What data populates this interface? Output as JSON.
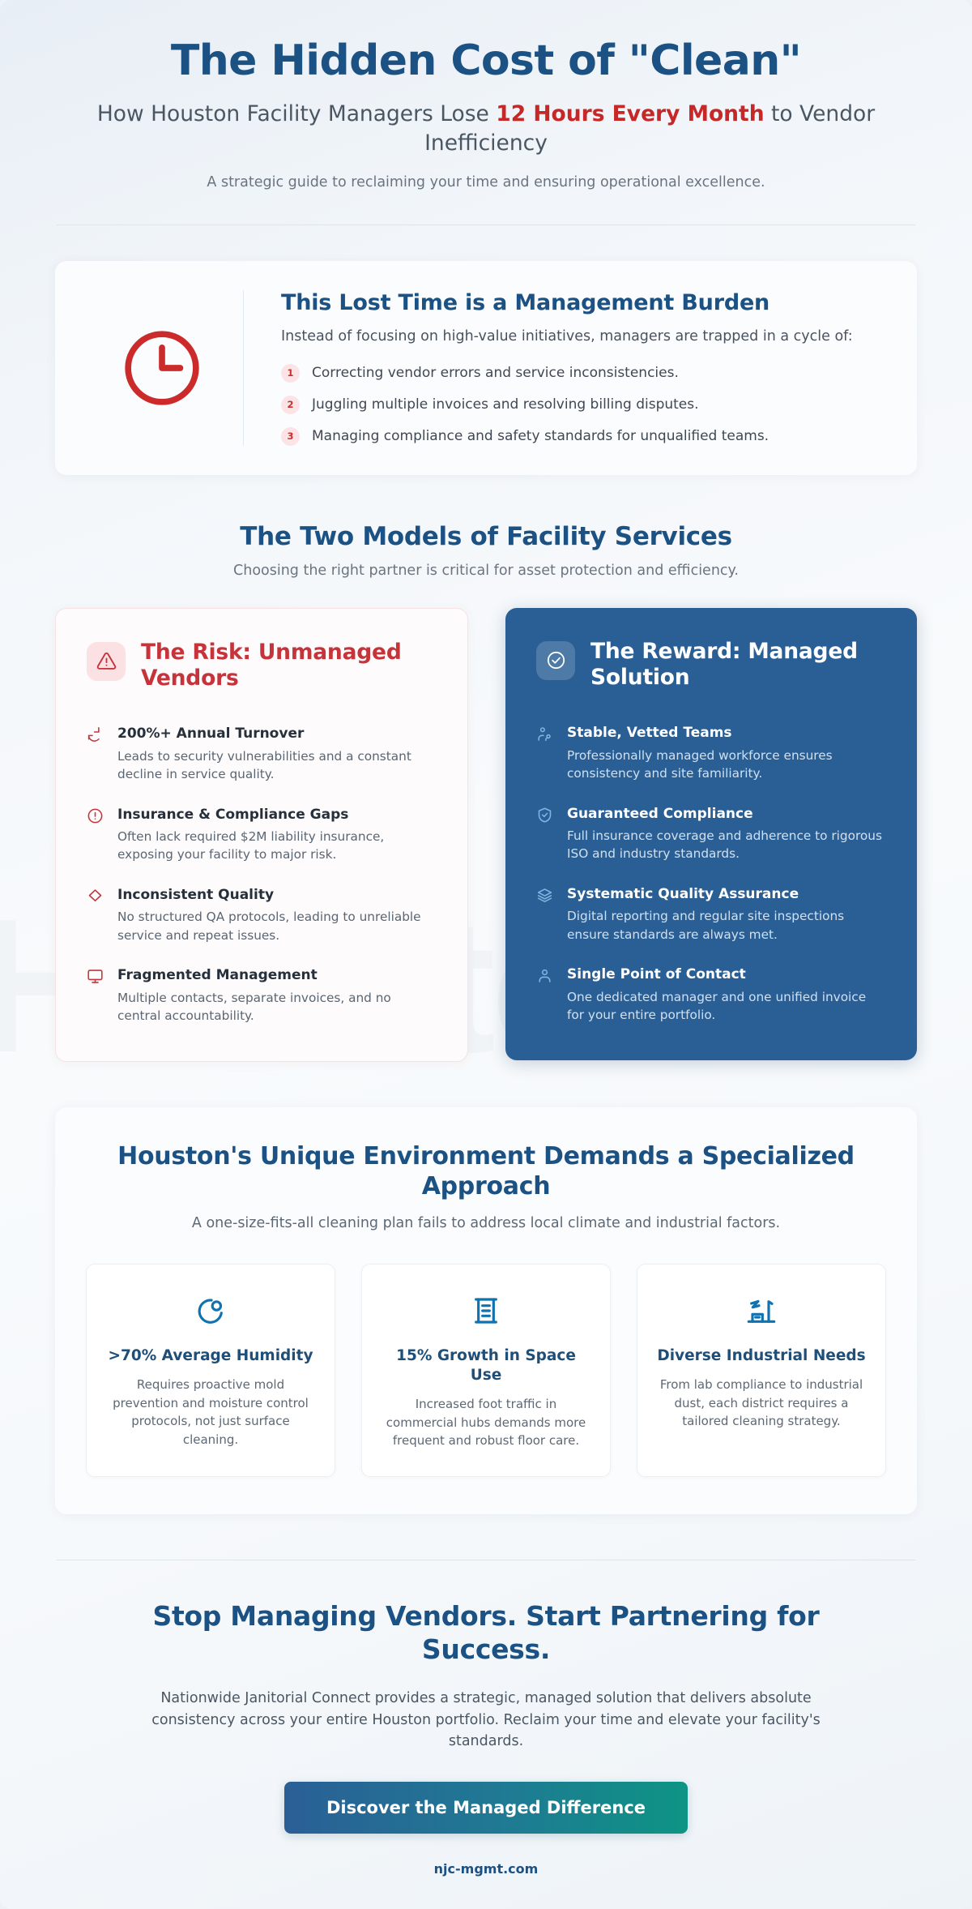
{
  "header": {
    "title": "The Hidden Cost of \"Clean\"",
    "subtitle_pre": "How Houston Facility Managers Lose ",
    "subtitle_highlight": "12 Hours Every Month",
    "subtitle_post": " to Vendor Inefficiency",
    "tagline": "A strategic guide to reclaiming your time and ensuring operational excellence."
  },
  "burden": {
    "icon": "clock-icon",
    "title": "This Lost Time is a Management Burden",
    "description": "Instead of focusing on high-value initiatives, managers are trapped in a cycle of:",
    "items": [
      {
        "num": "1",
        "text": "Correcting vendor errors and service inconsistencies."
      },
      {
        "num": "2",
        "text": "Juggling multiple invoices and resolving billing disputes."
      },
      {
        "num": "3",
        "text": "Managing compliance and safety standards for unqualified teams."
      }
    ]
  },
  "models_section": {
    "title": "The Two Models of Facility Services",
    "subtitle": "Choosing the right partner is critical for asset protection and efficiency."
  },
  "risk_column": {
    "icon": "alert-triangle-icon",
    "title": "The Risk: Unmanaged Vendors",
    "features": [
      {
        "icon": "turnover-arrow-icon",
        "title": "200%+ Annual Turnover",
        "desc": "Leads to security vulnerabilities and a constant decline in service quality."
      },
      {
        "icon": "alert-circle-icon",
        "title": "Insurance & Compliance Gaps",
        "desc": "Often lack required $2M liability insurance, exposing your facility to major risk."
      },
      {
        "icon": "diamond-icon",
        "title": "Inconsistent Quality",
        "desc": "No structured QA protocols, leading to unreliable service and repeat issues."
      },
      {
        "icon": "monitor-icon",
        "title": "Fragmented Management",
        "desc": "Multiple contacts, separate invoices, and no central accountability."
      }
    ]
  },
  "reward_column": {
    "icon": "check-circle-icon",
    "title": "The Reward: Managed Solution",
    "features": [
      {
        "icon": "team-icon",
        "title": "Stable, Vetted Teams",
        "desc": "Professionally managed workforce ensures consistency and site familiarity."
      },
      {
        "icon": "shield-check-icon",
        "title": "Guaranteed Compliance",
        "desc": "Full insurance coverage and adherence to rigorous ISO and industry standards."
      },
      {
        "icon": "layers-list-icon",
        "title": "Systematic Quality Assurance",
        "desc": "Digital reporting and regular site inspections ensure standards are always met."
      },
      {
        "icon": "user-icon",
        "title": "Single Point of Contact",
        "desc": "One dedicated manager and one unified invoice for your entire portfolio."
      }
    ]
  },
  "houston": {
    "title": "Houston's Unique Environment Demands a Specialized Approach",
    "subtitle": "A one-size-fits-all cleaning plan fails to address local climate and industrial factors.",
    "stats": [
      {
        "icon": "humidity-droplet-icon",
        "title": ">70% Average Humidity",
        "desc": "Requires proactive mold prevention and moisture control protocols, not just surface cleaning."
      },
      {
        "icon": "office-building-icon",
        "title": "15% Growth in Space Use",
        "desc": "Increased foot traffic in commercial hubs demands more frequent and robust floor care."
      },
      {
        "icon": "factory-icon",
        "title": "Diverse Industrial Needs",
        "desc": "From lab compliance to industrial dust, each district requires a tailored cleaning strategy."
      }
    ]
  },
  "cta": {
    "title": "Stop Managing Vendors. Start Partnering for Success.",
    "body": "Nationwide Janitorial Connect provides a strategic, managed solution that delivers absolute consistency across your entire Houston portfolio. Reclaim your time and elevate your facility's standards.",
    "button_label": "Discover the Managed Difference",
    "url": "njc-mgmt.com"
  },
  "watermark_text": "Houston",
  "colors": {
    "brand_blue": "#1b5183",
    "risk_red": "#c5343a",
    "reward_bg": "#2a5f96",
    "cta_gradient_start": "#2a5f96",
    "cta_gradient_end": "#0d9484",
    "accent_icon_blue": "#1172b0"
  }
}
